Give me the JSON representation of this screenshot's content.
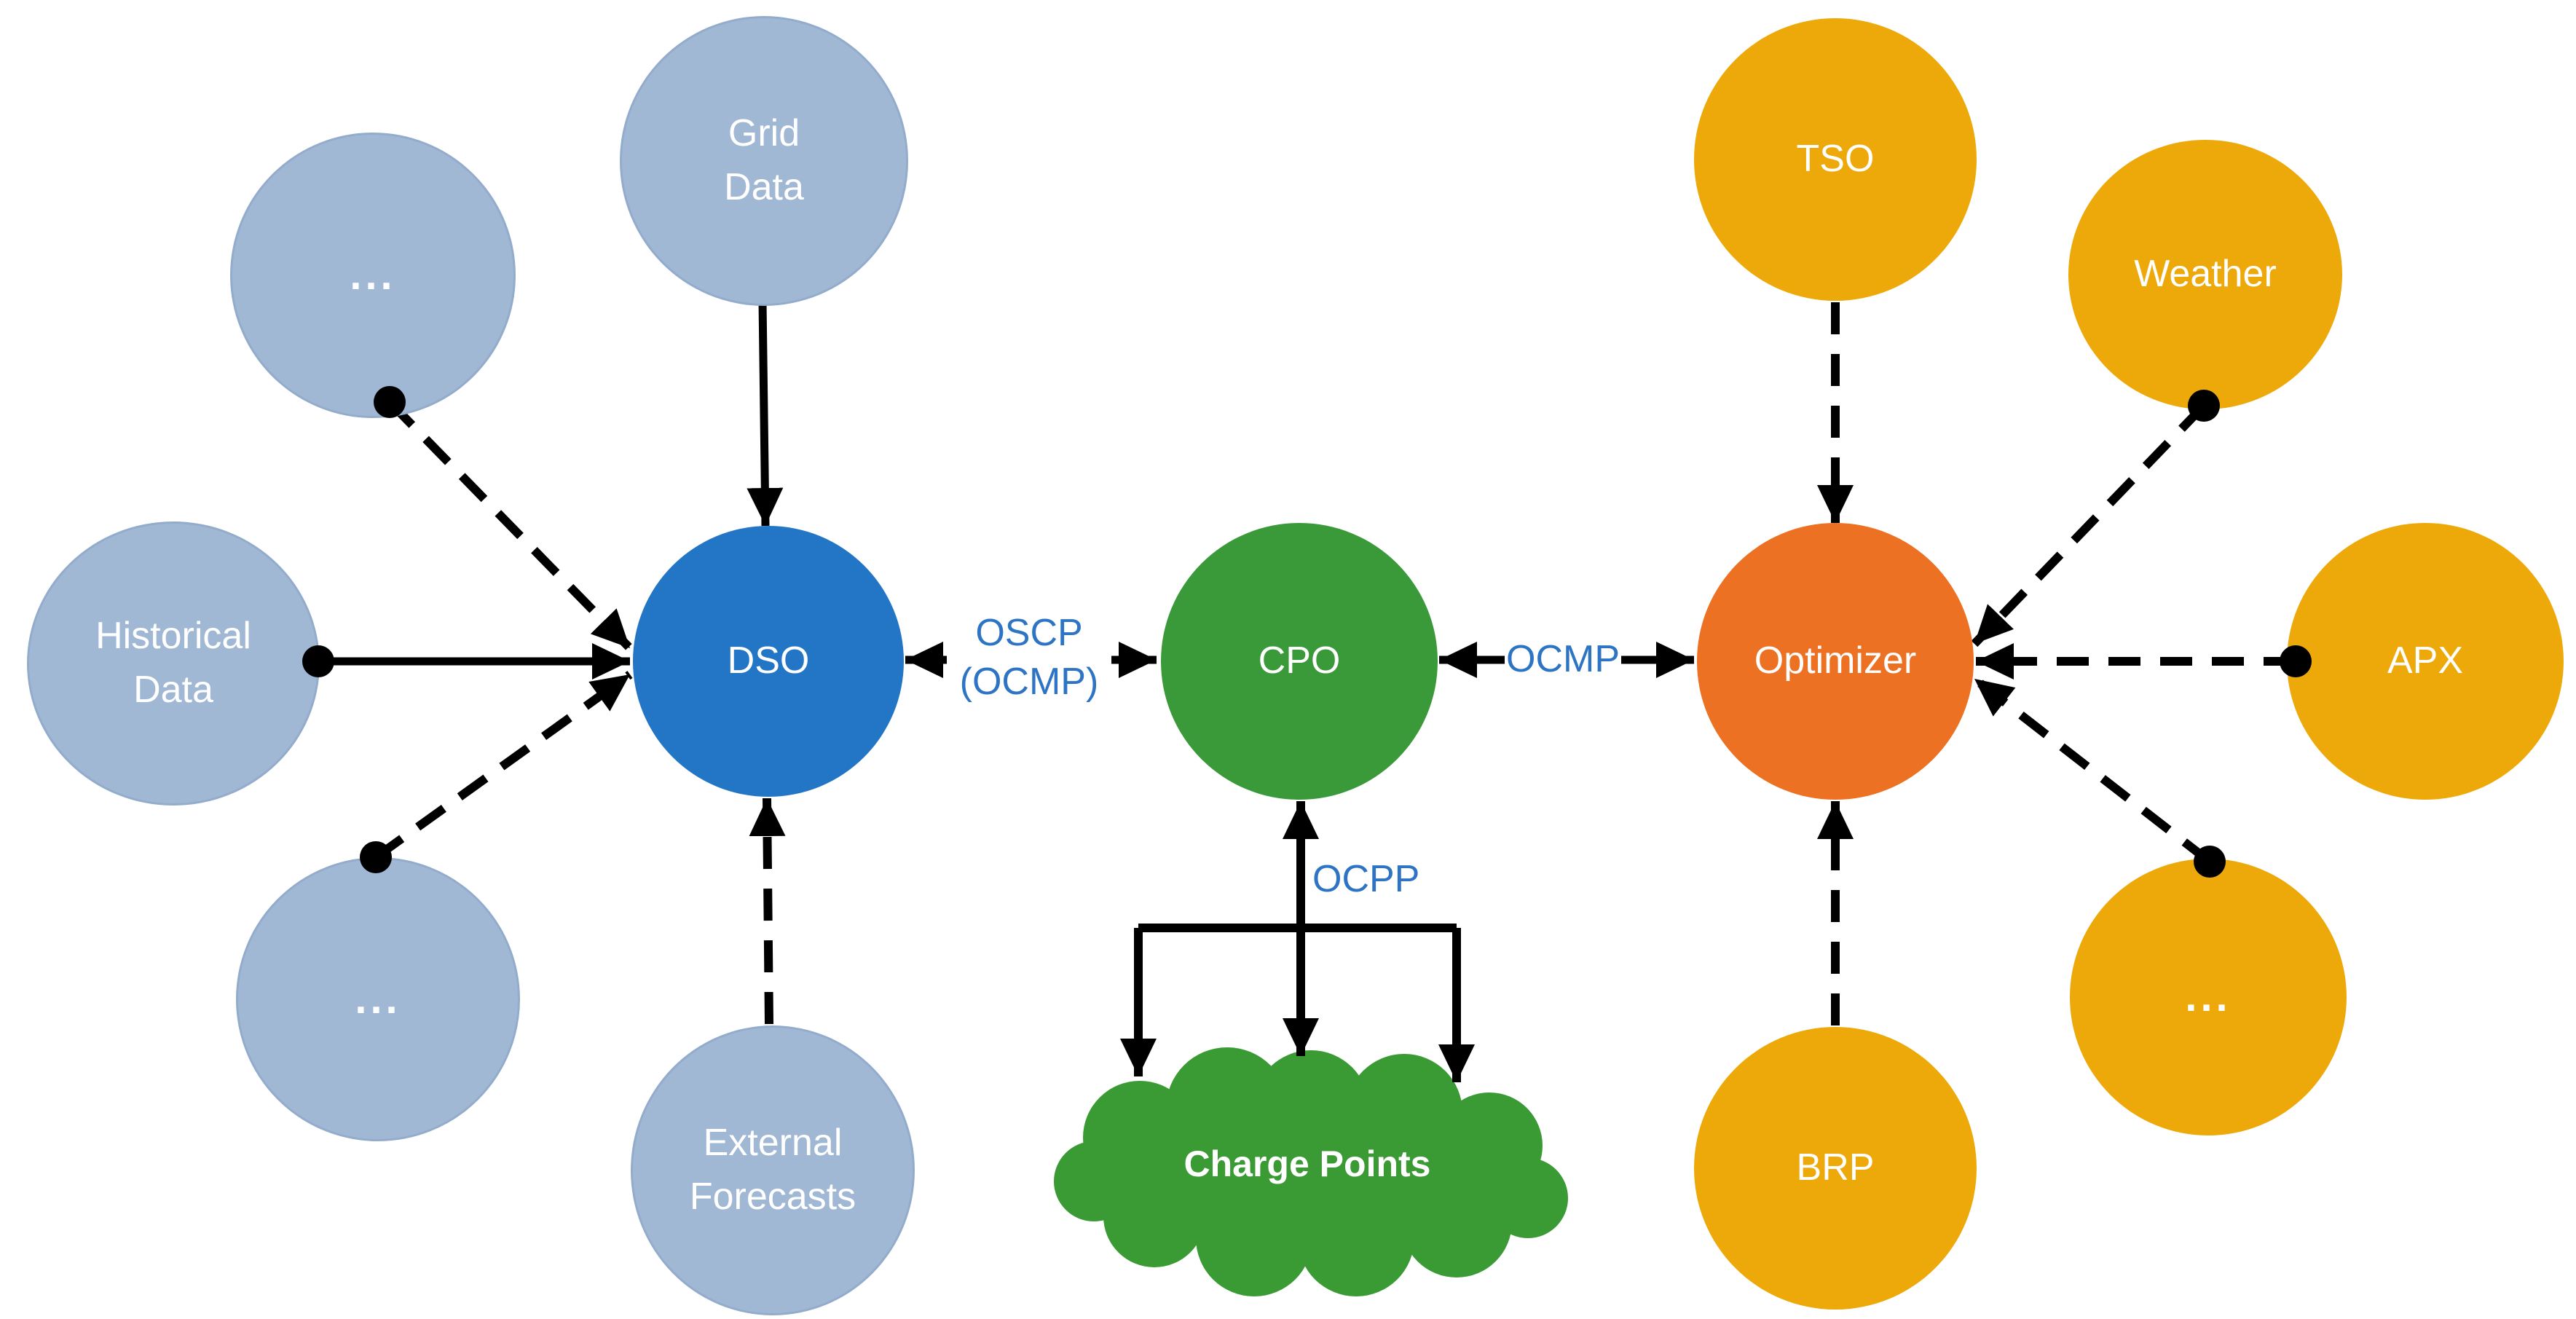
{
  "diagram": {
    "background": "#ffffff",
    "palette": {
      "source_node_fill": "#a1b8d5",
      "dso_fill": "#2276c5",
      "cpo_fill": "#3a9a3a",
      "optimizer_fill": "#ec7123",
      "market_node_fill": "#eda90a",
      "cloud_fill": "#3a9a33",
      "edge_color": "#000000",
      "edge_label_color": "#2e74c4",
      "node_text_color": "#ffffff"
    },
    "nodes": {
      "more_top_left": {
        "label": "..."
      },
      "grid_data": {
        "label": "Grid\nData"
      },
      "historical_data": {
        "label": "Historical\nData"
      },
      "more_bottom_left": {
        "label": "..."
      },
      "external_forecasts": {
        "label": "External\nForecasts"
      },
      "dso": {
        "label": "DSO"
      },
      "cpo": {
        "label": "CPO"
      },
      "optimizer": {
        "label": "Optimizer"
      },
      "tso": {
        "label": "TSO"
      },
      "weather": {
        "label": "Weather"
      },
      "apx": {
        "label": "APX"
      },
      "more_bottom_right": {
        "label": "..."
      },
      "brp": {
        "label": "BRP"
      },
      "charge_points": {
        "label": "Charge Points"
      }
    },
    "edge_labels": {
      "dso_cpo": "OSCP\n(OCMP)",
      "cpo_optimizer": "OCMP",
      "cpo_charge_points": "OCPP"
    },
    "edges": [
      {
        "from": "grid_data",
        "to": "dso",
        "style": "solid",
        "arrow": "to"
      },
      {
        "from": "more_top_left",
        "to": "dso",
        "style": "dashed",
        "arrow": "to",
        "dot_at_from": true
      },
      {
        "from": "historical_data",
        "to": "dso",
        "style": "solid",
        "arrow": "to",
        "dot_at_from": true
      },
      {
        "from": "more_bottom_left",
        "to": "dso",
        "style": "dashed",
        "arrow": "to",
        "dot_at_from": true
      },
      {
        "from": "external_forecasts",
        "to": "dso",
        "style": "dashed",
        "arrow": "to"
      },
      {
        "from": "dso",
        "to": "cpo",
        "style": "solid",
        "arrow": "both",
        "label": "OSCP\n(OCMP)"
      },
      {
        "from": "cpo",
        "to": "optimizer",
        "style": "solid",
        "arrow": "both",
        "label": "OCMP"
      },
      {
        "from": "cpo",
        "to": "charge_points",
        "style": "solid",
        "arrow": "both",
        "label": "OCPP",
        "fanout": 3
      },
      {
        "from": "tso",
        "to": "optimizer",
        "style": "dashed",
        "arrow": "to"
      },
      {
        "from": "weather",
        "to": "optimizer",
        "style": "dashed",
        "arrow": "to",
        "dot_at_from": true
      },
      {
        "from": "apx",
        "to": "optimizer",
        "style": "dashed",
        "arrow": "to",
        "dot_at_from": true
      },
      {
        "from": "more_bottom_right",
        "to": "optimizer",
        "style": "dashed",
        "arrow": "to",
        "dot_at_from": true
      },
      {
        "from": "brp",
        "to": "optimizer",
        "style": "dashed",
        "arrow": "to"
      }
    ]
  }
}
